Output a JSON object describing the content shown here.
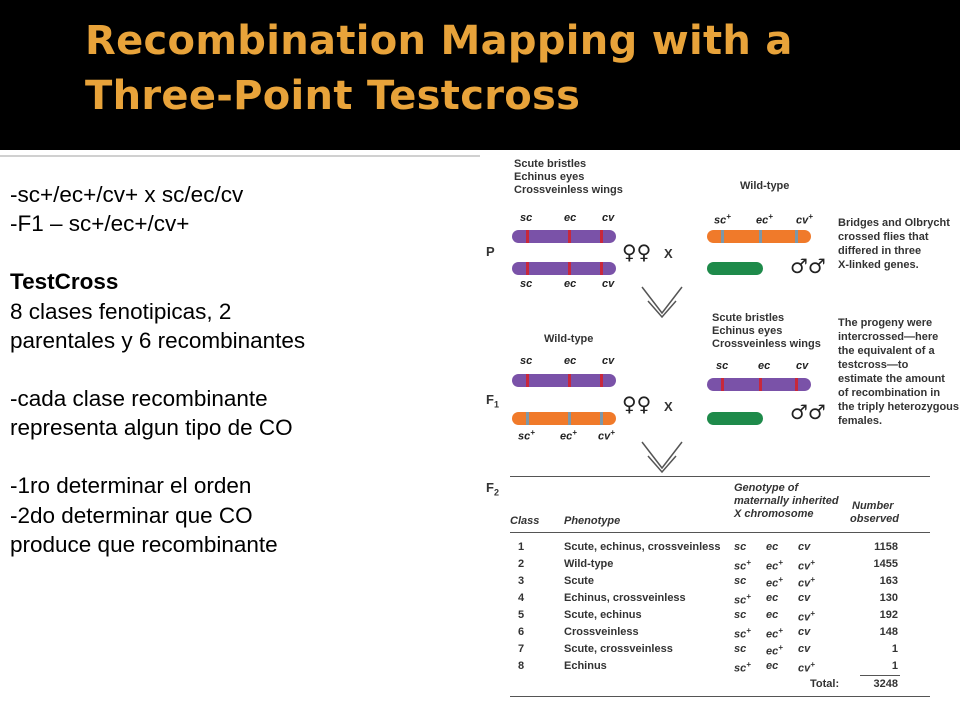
{
  "slide": {
    "title": "Recombination Mapping with a Three-Point Testcross",
    "lines": [
      "-sc+/ec+/cv+ x sc/ec/cv",
      "-F1 – sc+/ec+/cv+",
      "",
      "TestCross",
      "8 clases fenotipicas, 2",
      "parentales y 6 recombinantes",
      "",
      "-cada clase recombinante",
      "representa algun tipo de CO",
      "",
      "-1ro determinar el orden",
      "-2do determinar que CO",
      "produce que recombinante"
    ]
  },
  "figure": {
    "p_female_label": [
      "Scute bristles",
      "Echinus eyes",
      "Crossveinless wings"
    ],
    "p_male_label": "Wild-type",
    "note1": [
      "Bridges and Olbrycht",
      "crossed flies that",
      "differed in three",
      "X-linked genes."
    ],
    "f1_female_label": "Wild-type",
    "f1_male_label": [
      "Scute bristles",
      "Echinus eyes",
      "Crossveinless wings"
    ],
    "note2": [
      "The progeny were",
      "intercrossed—here",
      "the equivalent of a",
      "testcross—to",
      "estimate the amount",
      "of recombination in",
      "the triply heterozygous",
      "females."
    ],
    "gen_P": "P",
    "gen_F1": "F",
    "gen_F1_sub": "1",
    "gen_F2": "F",
    "gen_F2_sub": "2",
    "cross_symbol": "X",
    "female_symbol": "♀♀",
    "male_symbol": "♂♂",
    "mut": {
      "sc": "sc",
      "ec": "ec",
      "cv": "cv"
    },
    "wt": {
      "sc": "sc+",
      "ec": "ec+",
      "cv": "cv+"
    },
    "table": {
      "headers": {
        "class": "Class",
        "phenotype": "Phenotype",
        "genotype": [
          "Genotype of",
          "maternally inherited",
          "X chromosome"
        ],
        "number": [
          "Number",
          "observed"
        ]
      },
      "rows": [
        {
          "class": "1",
          "phenotype": "Scute, echinus, crossveinless",
          "g1": "sc",
          "g2": "ec",
          "g3": "cv",
          "n": "1158"
        },
        {
          "class": "2",
          "phenotype": "Wild-type",
          "g1": "sc+",
          "g2": "ec+",
          "g3": "cv+",
          "n": "1455"
        },
        {
          "class": "3",
          "phenotype": "Scute",
          "g1": "sc",
          "g2": "ec+",
          "g3": "cv+",
          "n": "163"
        },
        {
          "class": "4",
          "phenotype": "Echinus, crossveinless",
          "g1": "sc+",
          "g2": "ec",
          "g3": "cv",
          "n": "130"
        },
        {
          "class": "5",
          "phenotype": "Scute, echinus",
          "g1": "sc",
          "g2": "ec",
          "g3": "cv+",
          "n": "192"
        },
        {
          "class": "6",
          "phenotype": "Crossveinless",
          "g1": "sc+",
          "g2": "ec+",
          "g3": "cv",
          "n": "148"
        },
        {
          "class": "7",
          "phenotype": "Scute, crossveinless",
          "g1": "sc",
          "g2": "ec+",
          "g3": "cv",
          "n": "1"
        },
        {
          "class": "8",
          "phenotype": "Echinus",
          "g1": "sc+",
          "g2": "ec",
          "g3": "cv+",
          "n": "1"
        }
      ],
      "total_label": "Total:",
      "total": "3248"
    }
  },
  "colors": {
    "title": "#e8a33a",
    "chrom_mut": "#7a52a8",
    "chrom_wt": "#f07a2a",
    "chrom_y": "#1e8a4a"
  }
}
